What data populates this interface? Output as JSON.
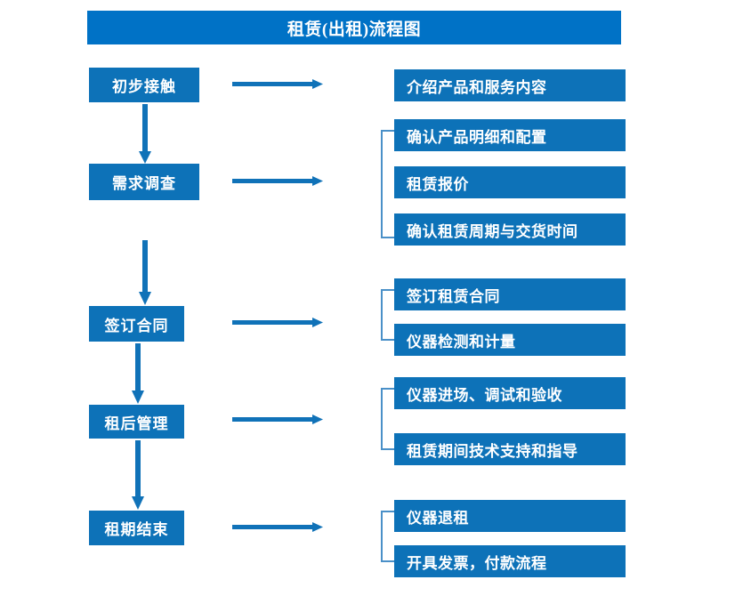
{
  "diagram": {
    "title": "租赁(出租)流程图",
    "colors": {
      "title_bar": "#0072c6",
      "box": "#0d72b8",
      "arrow": "#1072b8",
      "bracket": "#4a90c8",
      "text": "#ffffff",
      "background": "#ffffff"
    },
    "stages": [
      {
        "id": "stage-1",
        "label": "初步接触"
      },
      {
        "id": "stage-2",
        "label": "需求调查"
      },
      {
        "id": "stage-3",
        "label": "签订合同"
      },
      {
        "id": "stage-4",
        "label": "租后管理"
      },
      {
        "id": "stage-5",
        "label": "租期结束"
      }
    ],
    "details": {
      "group1": [
        "介绍产品和服务内容"
      ],
      "group2": [
        "确认产品明细和配置",
        "租赁报价",
        "确认租赁周期与交货时间"
      ],
      "group3": [
        "签订租赁合同",
        "仪器检测和计量"
      ],
      "group4": [
        "仪器进场、调试和验收",
        "租赁期间技术支持和指导"
      ],
      "group5": [
        "仪器退租",
        "开具发票，付款流程"
      ]
    },
    "connector_count": {
      "horizontal_arrows": 5,
      "vertical_arrows": 4,
      "brackets": 4
    }
  }
}
